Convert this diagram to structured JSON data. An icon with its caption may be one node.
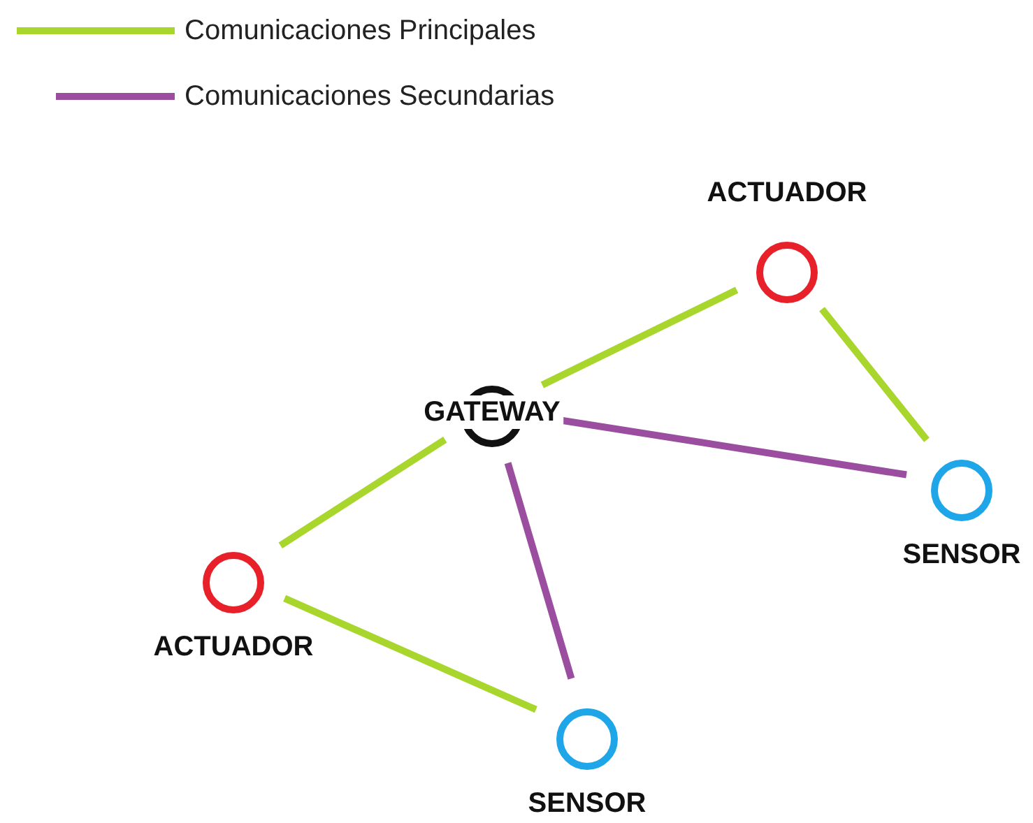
{
  "diagram": {
    "nodes": [
      {
        "text": [
          "ACTUADOR"
        ]
      },
      {
        "text": [
          "GATEWAY"
        ]
      },
      {
        "text": [
          "SENSOR"
        ]
      },
      {
        "text": [
          "ACTUADOR"
        ]
      },
      {
        "text": [
          "SENSOR"
        ]
      }
    ],
    "edges": [
      {
        "from": 1,
        "to": 0,
        "arrow": "none"
      },
      {
        "from": 0,
        "to": 2,
        "arrow": "none"
      },
      {
        "from": 1,
        "to": 3,
        "arrow": "none"
      },
      {
        "from": 3,
        "to": 4,
        "arrow": "none"
      },
      {
        "from": 1,
        "to": 2,
        "arrow": "none",
        "color": "#9b4ea0"
      },
      {
        "from": 1,
        "to": 4,
        "arrow": "none",
        "color": "#9b4ea0"
      }
    ],
    "legend": [
      {
        "text": "Comunicaciones Principales"
      },
      {
        "text": "Comunicaciones Secundarias"
      }
    ]
  }
}
